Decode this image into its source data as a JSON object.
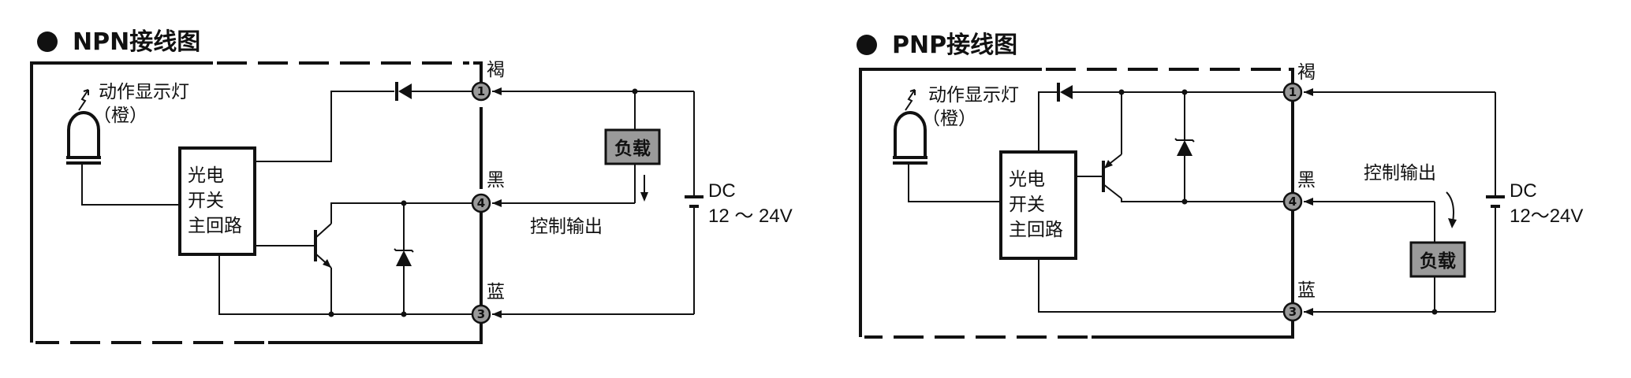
{
  "npn": {
    "title": "NPN接线图",
    "indicator": {
      "line1": "动作显示灯",
      "line2": "（橙）"
    },
    "circuit_box": {
      "line1": "光电",
      "line2": "开关",
      "line3": "主回路"
    },
    "wires": {
      "brown": "褐",
      "black": "黑",
      "blue": "蓝"
    },
    "terminals": [
      "1",
      "4",
      "3"
    ],
    "load": "负载",
    "control_output": "控制输出",
    "supply": {
      "line1": "DC",
      "line2": "12 ～ 24V"
    }
  },
  "pnp": {
    "title": "PNP接线图",
    "indicator": {
      "line1": "动作显示灯",
      "line2": "（橙）"
    },
    "circuit_box": {
      "line1": "光电",
      "line2": "开关",
      "line3": "主回路"
    },
    "wires": {
      "brown": "褐",
      "black": "黑",
      "blue": "蓝"
    },
    "terminals": [
      "1",
      "4",
      "3"
    ],
    "load": "负载",
    "control_output": "控制输出",
    "supply": {
      "line1": "DC",
      "line2": "12～24V"
    }
  },
  "colors": {
    "ink": "#111111",
    "terminal_fill": "#9a9a9a",
    "load_fill": "#9a9a9a",
    "background": "#ffffff"
  }
}
